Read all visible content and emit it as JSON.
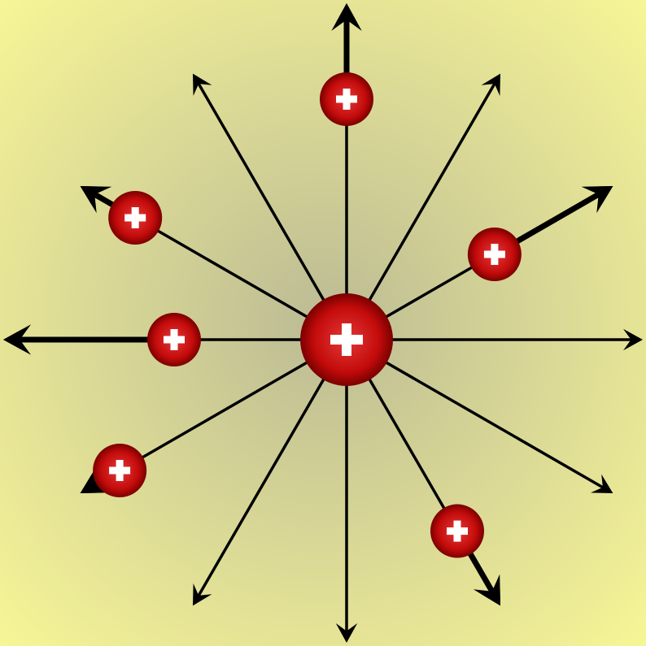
{
  "diagram": {
    "background": {
      "center_color": "#bcbb95",
      "edge_color": "#f8f796"
    },
    "field_line_color": "#000000",
    "charge_color": "#c40b0b",
    "charge_highlight_color": "#e23a3a",
    "charge_shadow_color": "#7a0000",
    "sign_color": "#ffffff",
    "icons": {
      "field_line": "arrow-icon",
      "charge": "positive-charge-icon"
    },
    "source_charge": {
      "sign": "+",
      "kind": "central positive point charge"
    },
    "field_line_directions_deg": [
      -90,
      -60,
      -30,
      0,
      30,
      60,
      90,
      120,
      150,
      180,
      210,
      240
    ],
    "test_charges": [
      {
        "sign": "+",
        "direction_deg": -90
      },
      {
        "sign": "+",
        "direction_deg": -150
      },
      {
        "sign": "+",
        "direction_deg": -30
      },
      {
        "sign": "+",
        "direction_deg": 180
      },
      {
        "sign": "+",
        "direction_deg": 150
      },
      {
        "sign": "+",
        "direction_deg": 60
      }
    ]
  }
}
